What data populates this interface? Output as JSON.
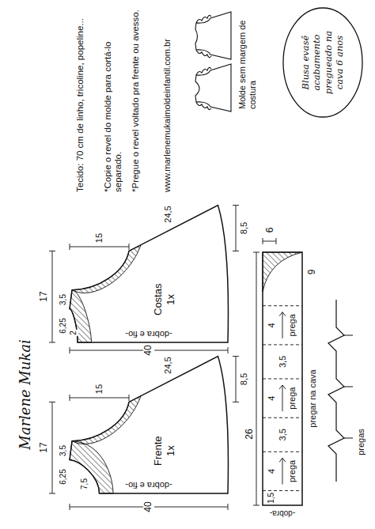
{
  "diagram": {
    "nodes": [
      {
        "text": [
          "Blusa evasê acabamento pregueado na cava 6 anos"
        ]
      },
      {
        "text": [
          "Costas",
          "1x"
        ]
      },
      {
        "text": [
          "Frente",
          "1x"
        ]
      }
    ],
    "labels": [
      "Molde sem margem de costura",
      "Tecido: 70 cm de linho, tricoline, popeline...",
      "*Copie o revel do molde para cortá-lo separado.",
      "*Pregue o revel voltado pra frente ou avesso.",
      "www.marlenemukaimoldeinfantil.com.br",
      "Marlene Mukai",
      "17",
      "40",
      "6,25",
      "3,5",
      "2",
      "15",
      "24,5",
      "8,5",
      "-dobra e fio-",
      "17",
      "40",
      "6,25",
      "3,5",
      "7,5",
      "15",
      "24,5",
      "8,5",
      "-dobra e fio-",
      "26",
      "6",
      "9",
      "-dobra-",
      "1,5",
      "4",
      "prega",
      "3,5",
      "4",
      "prega",
      "3,5",
      "4",
      "prega",
      "pregar na cava",
      "pregas"
    ]
  }
}
